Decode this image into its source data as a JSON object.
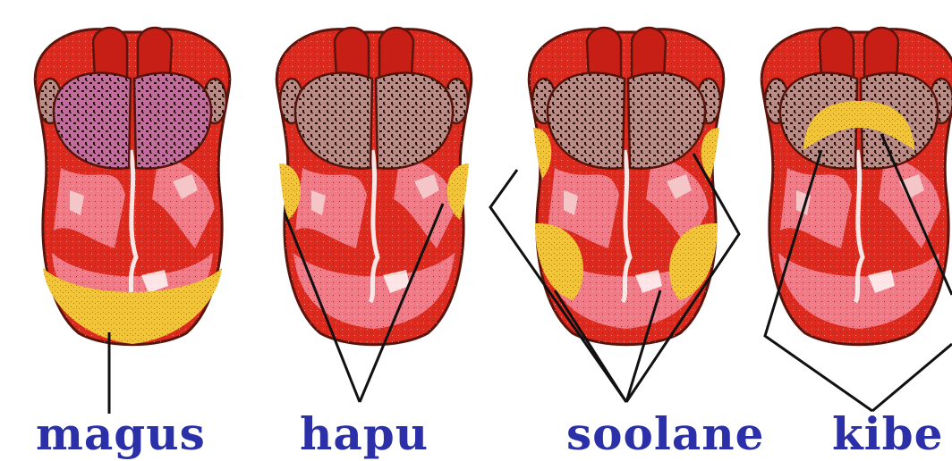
{
  "colors": {
    "tongue": "#dd2a1e",
    "tongue_outline": "#5a140c",
    "tongue_pink": "#f07a86",
    "tongue_pale": "#f4c6c8",
    "papillae_purple": "#c06d9e",
    "papillae_grey": "#b98c87",
    "taste_area": "#f2c43a",
    "pointer": "#111111",
    "label_text": "#2b2fa8"
  },
  "tongues": [
    {
      "label": "magus",
      "highlight": "tip"
    },
    {
      "label": "hapu",
      "highlight": "sides"
    },
    {
      "label": "soolane",
      "highlight": "sides-and-front"
    },
    {
      "label": "kibe",
      "highlight": "back"
    }
  ]
}
